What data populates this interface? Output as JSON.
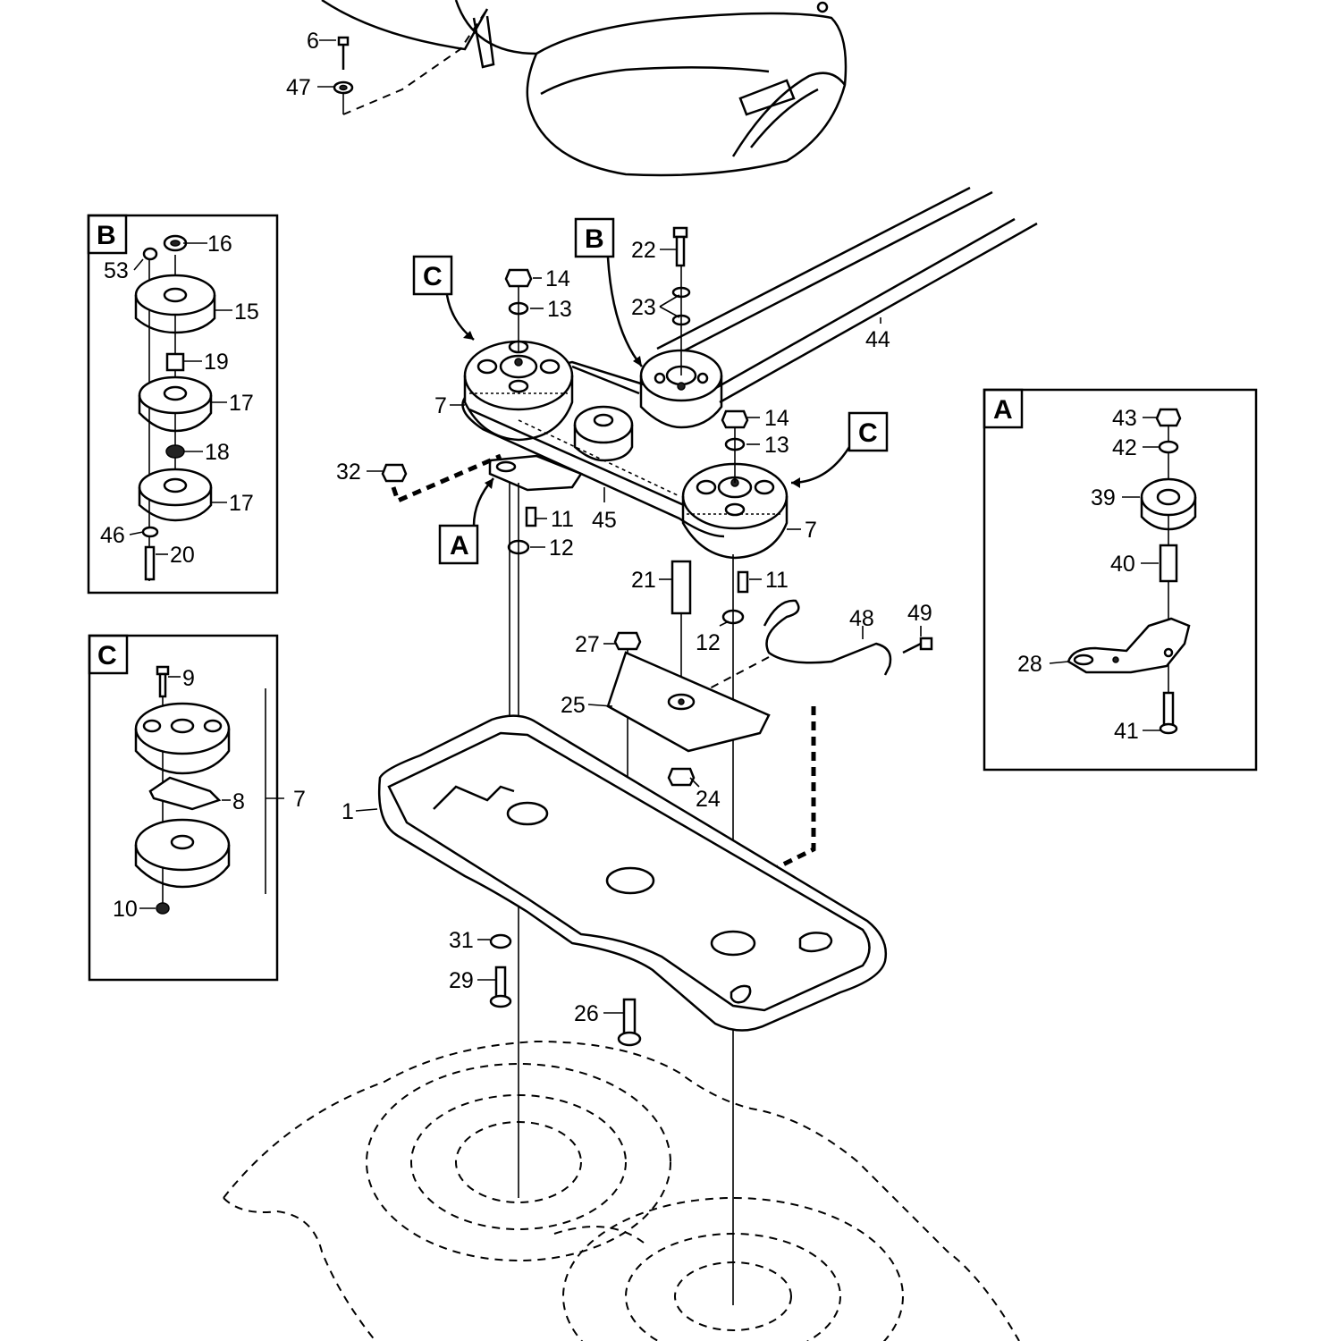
{
  "diagram": {
    "callouts": [
      {
        "id": "c6",
        "text": "6"
      },
      {
        "id": "c47",
        "text": "47"
      },
      {
        "id": "c22",
        "text": "22"
      },
      {
        "id": "c23",
        "text": "23"
      },
      {
        "id": "c14a",
        "text": "14"
      },
      {
        "id": "c13a",
        "text": "13"
      },
      {
        "id": "c44",
        "text": "44"
      },
      {
        "id": "c7a",
        "text": "7"
      },
      {
        "id": "c14b",
        "text": "14"
      },
      {
        "id": "c13b",
        "text": "13"
      },
      {
        "id": "c32",
        "text": "32"
      },
      {
        "id": "c11a",
        "text": "11"
      },
      {
        "id": "c45",
        "text": "45"
      },
      {
        "id": "c7b",
        "text": "7"
      },
      {
        "id": "c12a",
        "text": "12"
      },
      {
        "id": "c21",
        "text": "21"
      },
      {
        "id": "c11b",
        "text": "11"
      },
      {
        "id": "c12b",
        "text": "12"
      },
      {
        "id": "c48",
        "text": "48"
      },
      {
        "id": "c49",
        "text": "49"
      },
      {
        "id": "c27",
        "text": "27"
      },
      {
        "id": "c25",
        "text": "25"
      },
      {
        "id": "c24",
        "text": "24"
      },
      {
        "id": "c1",
        "text": "1"
      },
      {
        "id": "c31",
        "text": "31"
      },
      {
        "id": "c29",
        "text": "29"
      },
      {
        "id": "c26",
        "text": "26"
      }
    ],
    "detail_markers": [
      {
        "id": "mC1",
        "letter": "C"
      },
      {
        "id": "mB1",
        "letter": "B"
      },
      {
        "id": "mC2",
        "letter": "C"
      },
      {
        "id": "mA1",
        "letter": "A"
      }
    ],
    "inset_b": {
      "letter": "B",
      "callouts": [
        {
          "id": "b16",
          "text": "16"
        },
        {
          "id": "b53",
          "text": "53"
        },
        {
          "id": "b15",
          "text": "15"
        },
        {
          "id": "b19",
          "text": "19"
        },
        {
          "id": "b17a",
          "text": "17"
        },
        {
          "id": "b18",
          "text": "18"
        },
        {
          "id": "b17b",
          "text": "17"
        },
        {
          "id": "b46",
          "text": "46"
        },
        {
          "id": "b20",
          "text": "20"
        }
      ]
    },
    "inset_c": {
      "letter": "C",
      "callouts": [
        {
          "id": "k9",
          "text": "9"
        },
        {
          "id": "k8",
          "text": "8"
        },
        {
          "id": "k7",
          "text": "7"
        },
        {
          "id": "k10",
          "text": "10"
        }
      ]
    },
    "inset_a": {
      "letter": "A",
      "callouts": [
        {
          "id": "a43",
          "text": "43"
        },
        {
          "id": "a42",
          "text": "42"
        },
        {
          "id": "a39",
          "text": "39"
        },
        {
          "id": "a40",
          "text": "40"
        },
        {
          "id": "a28",
          "text": "28"
        },
        {
          "id": "a41",
          "text": "41"
        }
      ]
    }
  }
}
